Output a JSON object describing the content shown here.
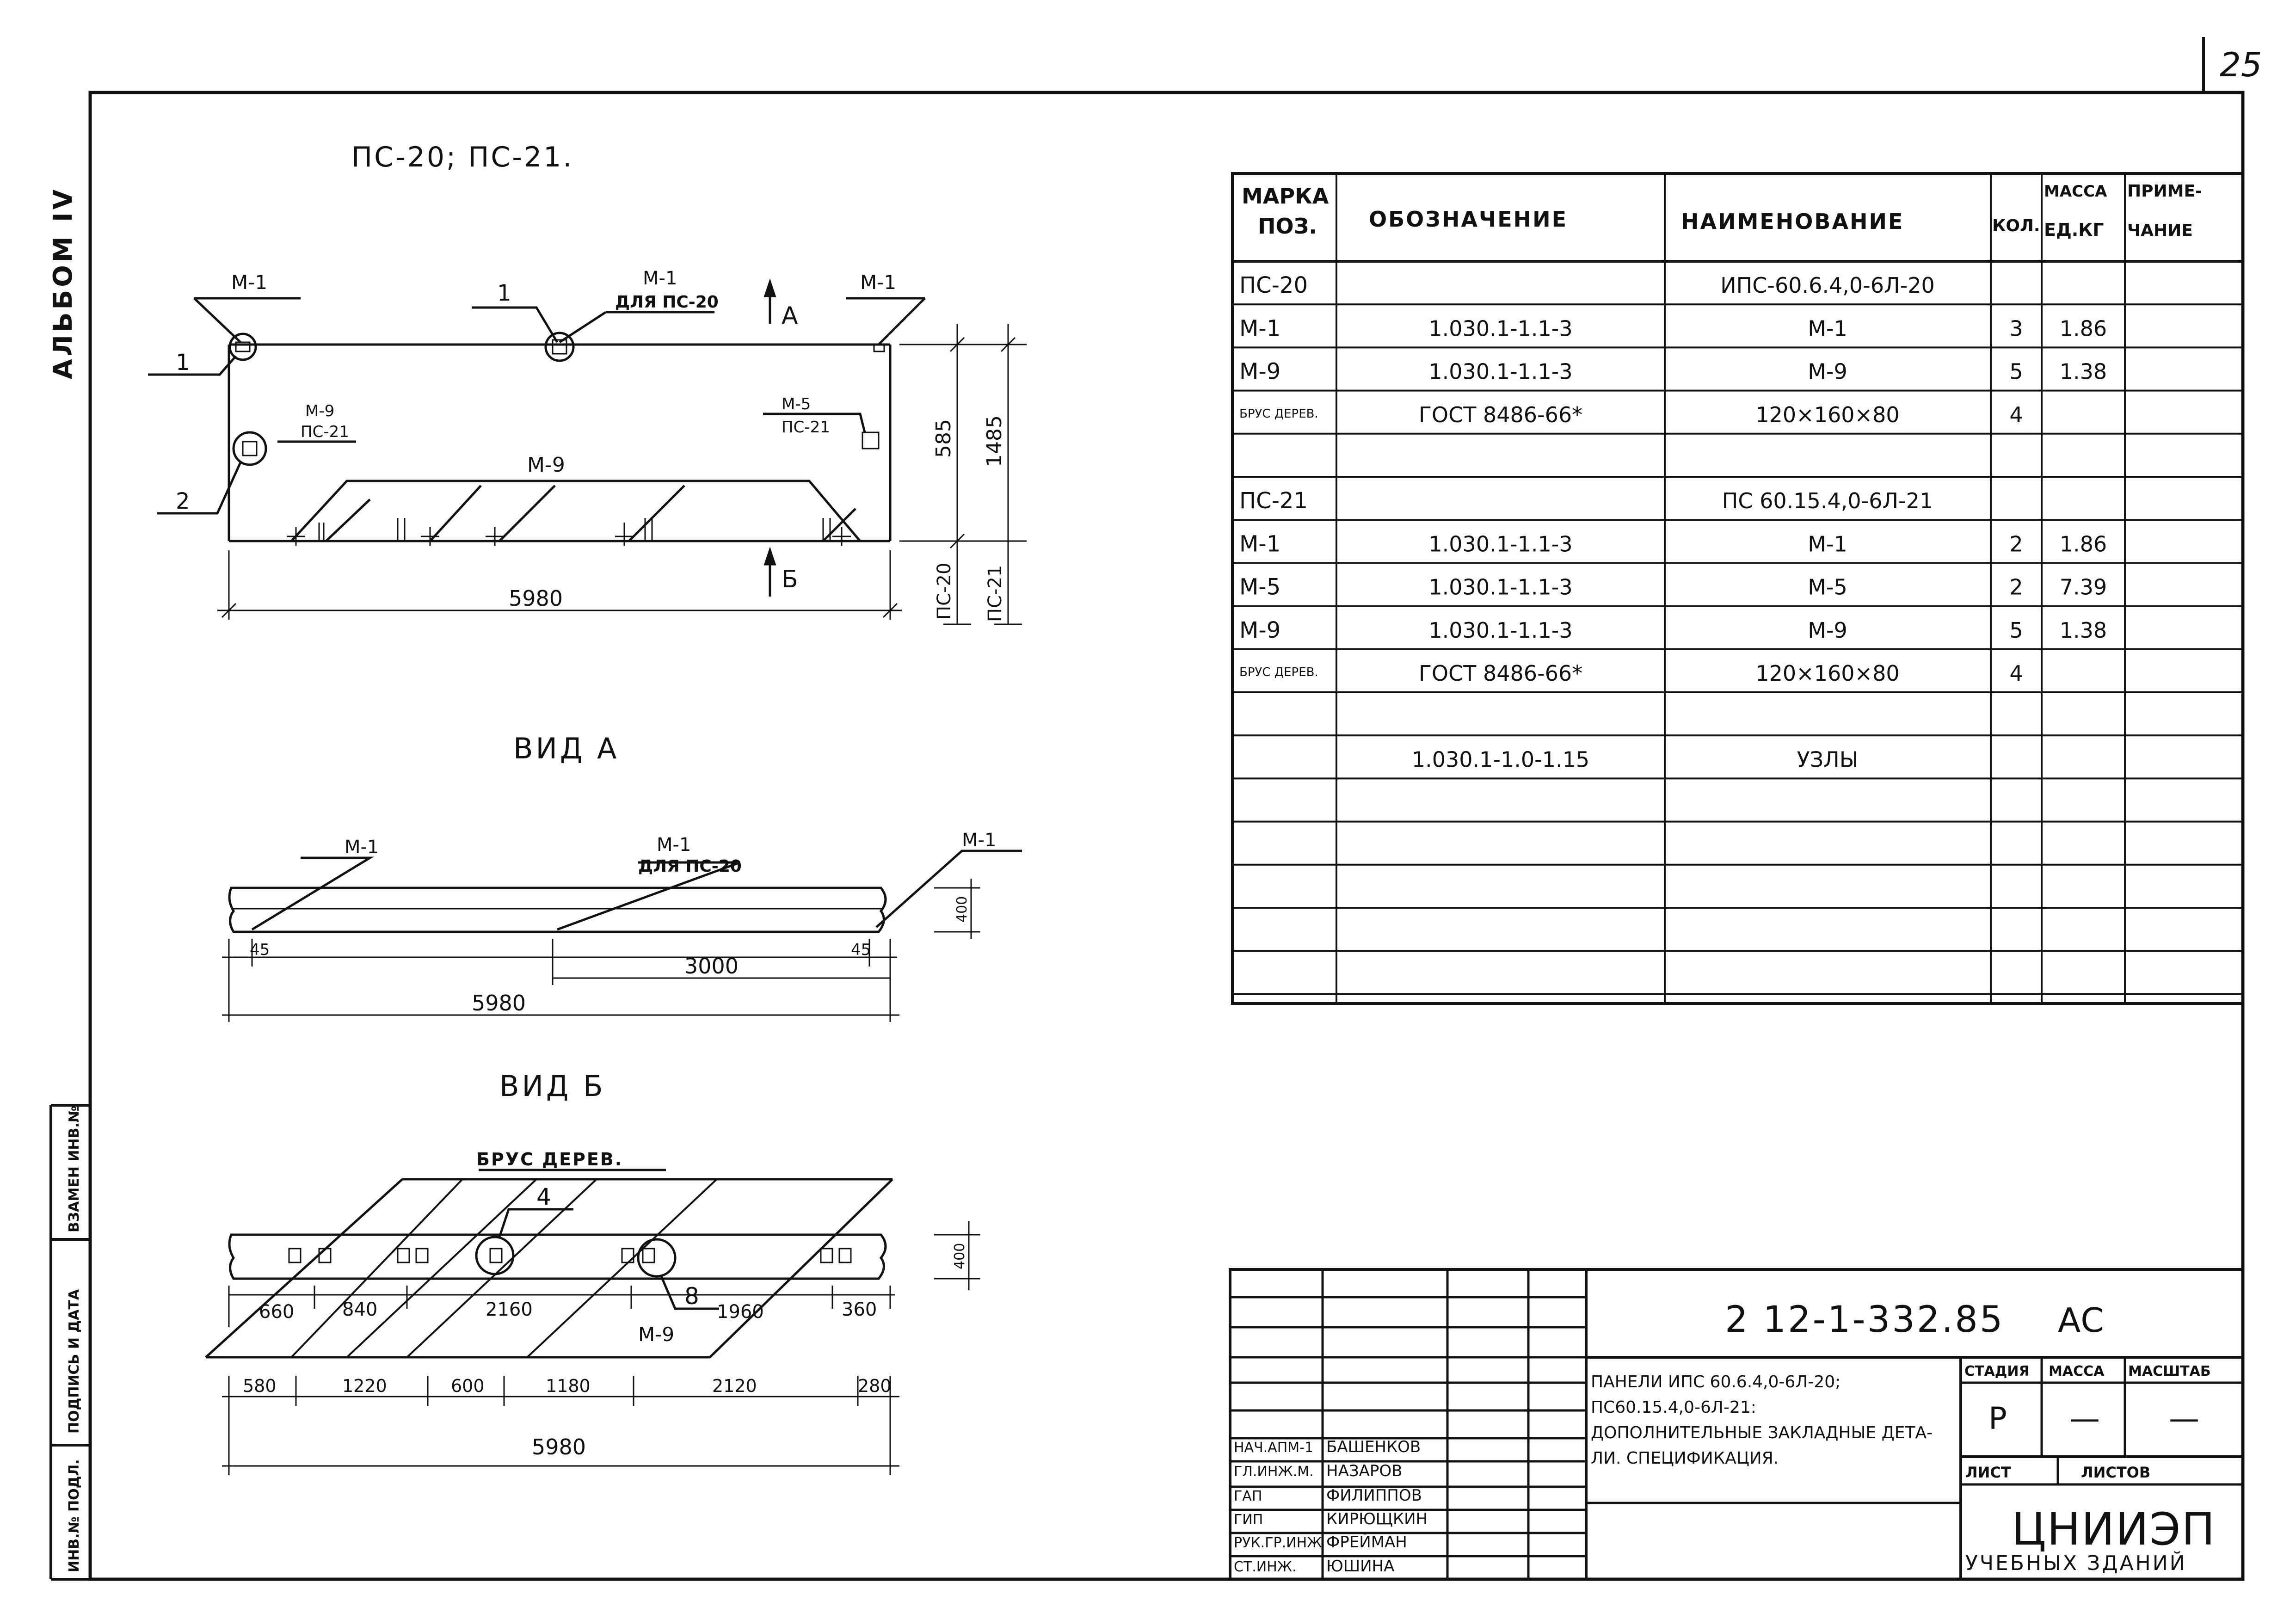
{
  "page_number": "25",
  "album": "АЛЬБОМ IV",
  "side_stamp": {
    "labels": [
      "ВЗАМЕН ИНВ.№",
      "ПОДПИСЬ И ДАТА",
      "ИНВ.№ ПОДЛ."
    ]
  },
  "drawing": {
    "title": "ПС-20; ПС-21.",
    "view_a": "ВИД А",
    "view_b": "ВИД Б",
    "main": {
      "labels": {
        "m1_left": "М-1",
        "m1_mid": "М-1",
        "m1_mid_note": "ДЛЯ ПС-20",
        "m1_right": "М-1",
        "m9_sub": "М-9",
        "m9_sub_note": "ПС-21",
        "m5": "М-5",
        "m5_note": "ПС-21",
        "m9": "М-9",
        "pos1_left": "1",
        "pos1_mid": "1",
        "pos2": "2",
        "sec_a": "А",
        "sec_b": "Б",
        "dim_length": "5980",
        "dim_585": "585",
        "dim_1485": "1485",
        "ps20": "ПС-20",
        "ps21": "ПС-21"
      }
    },
    "view_a_labels": {
      "m1_left": "М-1",
      "m1_mid": "М-1",
      "m1_mid_note": "ДЛЯ ПС-20",
      "m1_right": "М-1",
      "d45_left": "45",
      "d45_right": "45",
      "d3000": "3000",
      "d5980": "5980",
      "d400": "400"
    },
    "view_b_labels": {
      "brus": "БРУС ДЕРЕВ.",
      "pos4": "4",
      "pos8": "8",
      "m9": "М-9",
      "d400": "400",
      "top_dims": [
        "660",
        "840",
        "2160",
        "1960",
        "360"
      ],
      "bottom_dims": [
        "580",
        "1220",
        "600",
        "1180",
        "2120",
        "280"
      ],
      "total": "5980"
    }
  },
  "spec_table": {
    "headers": [
      "МАРКА ПОЗ.",
      "ОБОЗНАЧЕНИЕ",
      "НАИМЕНОВАНИЕ",
      "КОЛ.",
      "МАССА ЕД.КГ",
      "ПРИМЕ-ЧАНИЕ"
    ],
    "rows": [
      [
        "ПС-20",
        "",
        "ИПС-60.6.4,0-6Л-20",
        "",
        "",
        ""
      ],
      [
        "М-1",
        "1.030.1-1.1-3",
        "М-1",
        "3",
        "1.86",
        ""
      ],
      [
        "М-9",
        "1.030.1-1.1-3",
        "М-9",
        "5",
        "1.38",
        ""
      ],
      [
        "БРУС ДЕРЕВ.",
        "ГОСТ 8486-66*",
        "120×160×80",
        "4",
        "",
        ""
      ],
      [
        "",
        "",
        "",
        "",
        "",
        ""
      ],
      [
        "ПС-21",
        "",
        "ПС 60.15.4,0-6Л-21",
        "",
        "",
        ""
      ],
      [
        "М-1",
        "1.030.1-1.1-3",
        "М-1",
        "2",
        "1.86",
        ""
      ],
      [
        "М-5",
        "1.030.1-1.1-3",
        "М-5",
        "2",
        "7.39",
        ""
      ],
      [
        "М-9",
        "1.030.1-1.1-3",
        "М-9",
        "5",
        "1.38",
        ""
      ],
      [
        "БРУС ДЕРЕВ.",
        "ГОСТ 8486-66*",
        "120×160×80",
        "4",
        "",
        ""
      ],
      [
        "",
        "",
        "",
        "",
        "",
        ""
      ],
      [
        "",
        "1.030.1-1.0-1.15",
        "УЗЛЫ",
        "",
        "",
        ""
      ],
      [
        "",
        "",
        "",
        "",
        "",
        ""
      ],
      [
        "",
        "",
        "",
        "",
        "",
        ""
      ],
      [
        "",
        "",
        "",
        "",
        "",
        ""
      ],
      [
        "",
        "",
        "",
        "",
        "",
        ""
      ],
      [
        "",
        "",
        "",
        "",
        "",
        ""
      ]
    ]
  },
  "title_block": {
    "code": "2 12-1-332.85",
    "suffix": "АС",
    "description": [
      "ПАНЕЛИ ИПС 60.6.4,0-6Л-20;",
      "ПС60.15.4,0-6Л-21:",
      "ДОПОЛНИТЕЛЬНЫЕ ЗАКЛАДНЫЕ ДЕТА-",
      "ЛИ. СПЕЦИФИКАЦИЯ."
    ],
    "stage_header": "СТАДИЯ",
    "mass_header": "МАССА",
    "scale_header": "МАСШТАБ",
    "stage_value": "Р",
    "mass_value": "—",
    "scale_value": "—",
    "sheet_label": "ЛИСТ",
    "sheets_label": "ЛИСТОВ",
    "org": "ЦНИИЭП",
    "org_sub": "УЧЕБНЫХ ЗДАНИЙ",
    "signatures": [
      {
        "role": "НАЧ.АПМ-1",
        "name": "БАШЕНКОВ"
      },
      {
        "role": "ГЛ.ИНЖ.М.",
        "name": "НАЗАРОВ"
      },
      {
        "role": "ГАП",
        "name": "ФИЛИППОВ"
      },
      {
        "role": "ГИП",
        "name": "КИРЮЩКИН"
      },
      {
        "role": "РУК.ГР.ИНЖ",
        "name": "ФРЕЙМАН"
      },
      {
        "role": "СТ.ИНЖ.",
        "name": "ЮШИНА"
      }
    ]
  }
}
